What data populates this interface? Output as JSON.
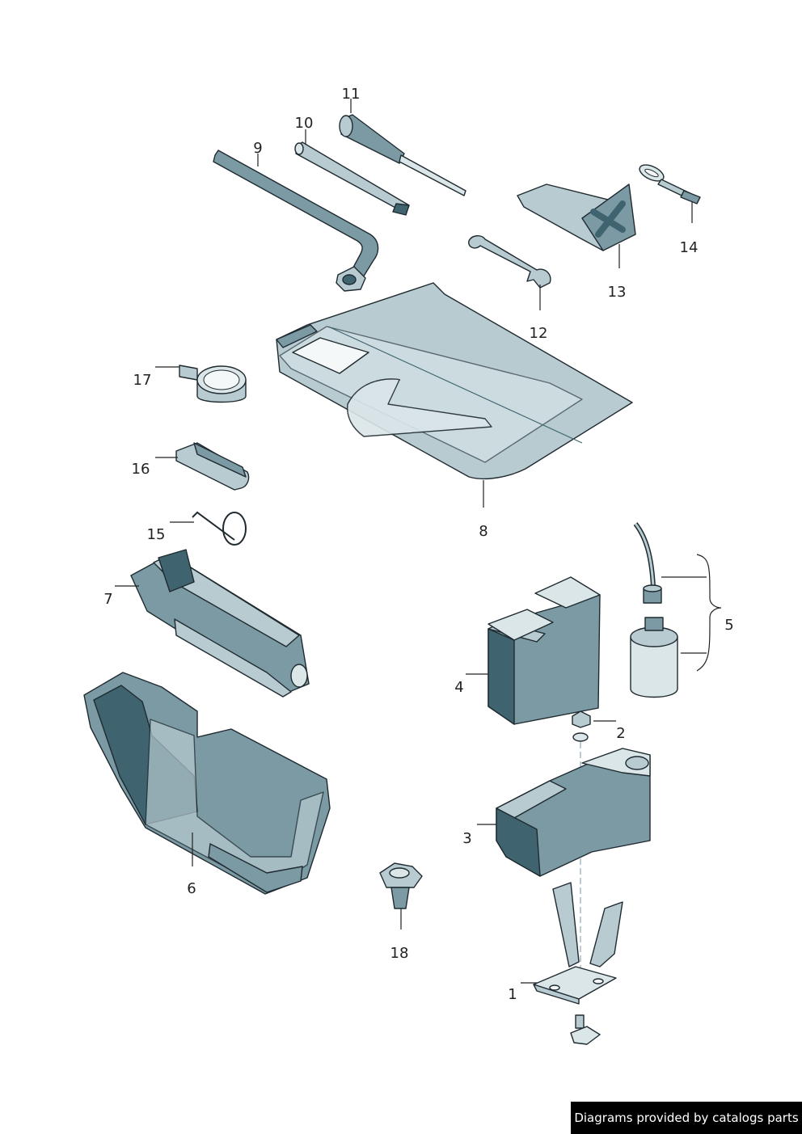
{
  "callouts": {
    "c1": "1",
    "c2": "2",
    "c3": "3",
    "c4": "4",
    "c5": "5",
    "c6": "6",
    "c7": "7",
    "c8": "8",
    "c9": "9",
    "c10": "10",
    "c11": "11",
    "c12": "12",
    "c13": "13",
    "c14": "14",
    "c15": "15",
    "c16": "16",
    "c17": "17",
    "c18": "18"
  },
  "footer": {
    "credit": "Diagrams provided by catalogs parts"
  },
  "colors": {
    "dark": "#3f6470",
    "mid": "#7b9aa4",
    "light": "#b7cbd1",
    "pale": "#dbe6e9"
  }
}
